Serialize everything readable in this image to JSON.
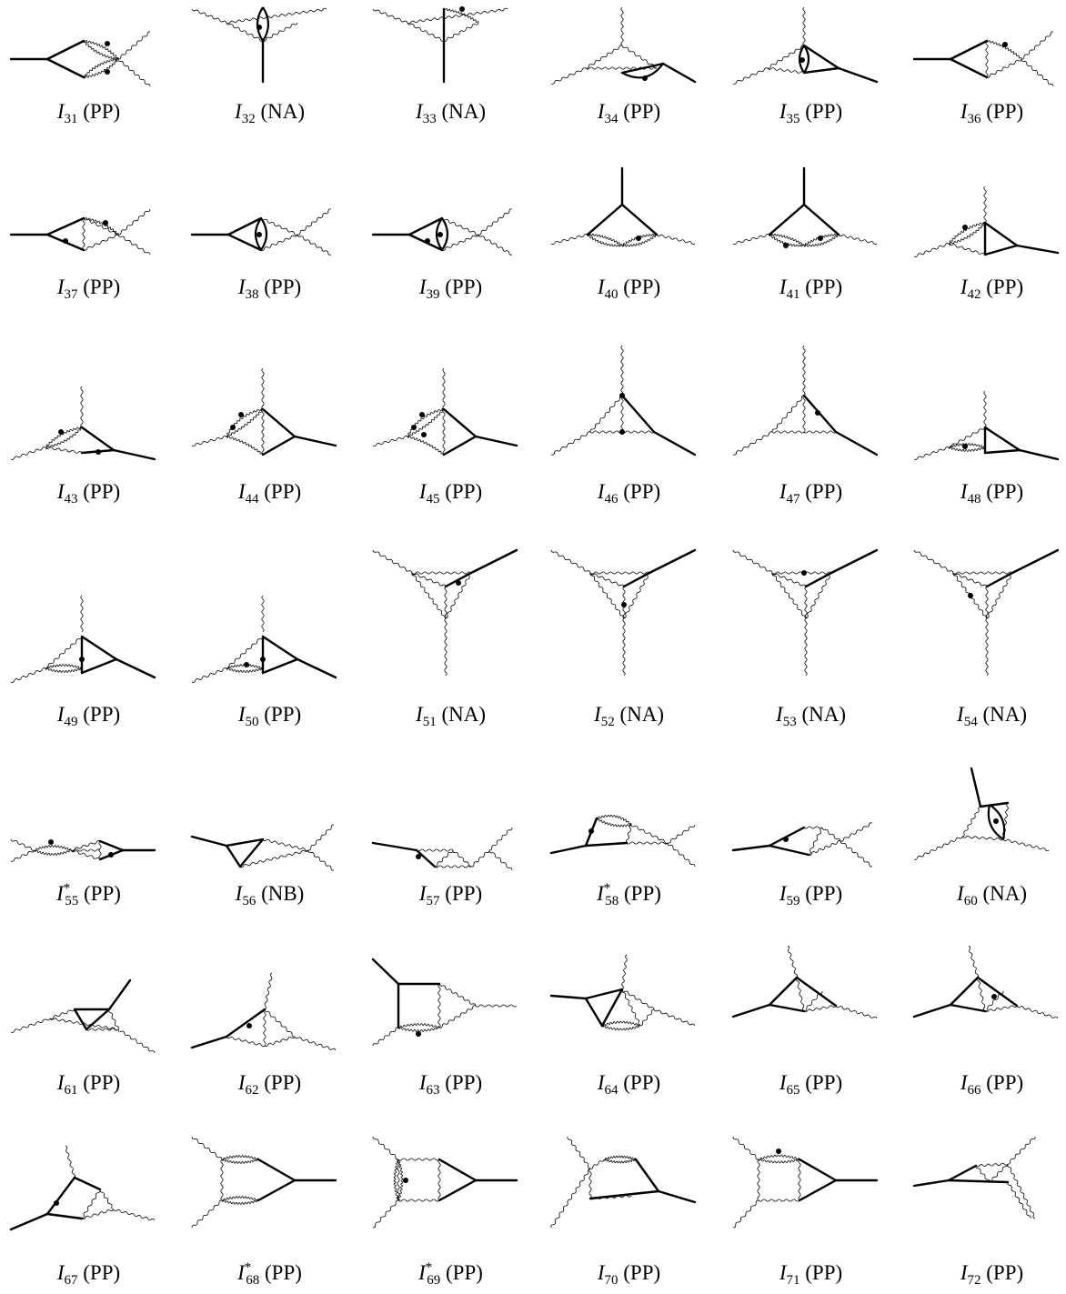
{
  "figures": [
    {
      "symbol": "I",
      "index": "31",
      "star": "",
      "tag": "(PP)"
    },
    {
      "symbol": "I",
      "index": "32",
      "star": "",
      "tag": "(NA)"
    },
    {
      "symbol": "I",
      "index": "33",
      "star": "",
      "tag": "(NA)"
    },
    {
      "symbol": "I",
      "index": "34",
      "star": "",
      "tag": "(PP)"
    },
    {
      "symbol": "I",
      "index": "35",
      "star": "",
      "tag": "(PP)"
    },
    {
      "symbol": "I",
      "index": "36",
      "star": "",
      "tag": "(PP)"
    },
    {
      "symbol": "I",
      "index": "37",
      "star": "",
      "tag": "(PP)"
    },
    {
      "symbol": "I",
      "index": "38",
      "star": "",
      "tag": "(PP)"
    },
    {
      "symbol": "I",
      "index": "39",
      "star": "",
      "tag": "(PP)"
    },
    {
      "symbol": "I",
      "index": "40",
      "star": "",
      "tag": "(PP)"
    },
    {
      "symbol": "I",
      "index": "41",
      "star": "",
      "tag": "(PP)"
    },
    {
      "symbol": "I",
      "index": "42",
      "star": "",
      "tag": "(PP)"
    },
    {
      "symbol": "I",
      "index": "43",
      "star": "",
      "tag": "(PP)"
    },
    {
      "symbol": "I",
      "index": "44",
      "star": "",
      "tag": "(PP)"
    },
    {
      "symbol": "I",
      "index": "45",
      "star": "",
      "tag": "(PP)"
    },
    {
      "symbol": "I",
      "index": "46",
      "star": "",
      "tag": "(PP)"
    },
    {
      "symbol": "I",
      "index": "47",
      "star": "",
      "tag": "(PP)"
    },
    {
      "symbol": "I",
      "index": "48",
      "star": "",
      "tag": "(PP)"
    },
    {
      "symbol": "I",
      "index": "49",
      "star": "",
      "tag": "(PP)"
    },
    {
      "symbol": "I",
      "index": "50",
      "star": "",
      "tag": "(PP)"
    },
    {
      "symbol": "I",
      "index": "51",
      "star": "",
      "tag": "(NA)"
    },
    {
      "symbol": "I",
      "index": "52",
      "star": "",
      "tag": "(NA)"
    },
    {
      "symbol": "I",
      "index": "53",
      "star": "",
      "tag": "(NA)"
    },
    {
      "symbol": "I",
      "index": "54",
      "star": "",
      "tag": "(NA)"
    },
    {
      "symbol": "I",
      "index": "55",
      "star": "*",
      "tag": "(PP)"
    },
    {
      "symbol": "I",
      "index": "56",
      "star": "",
      "tag": "(NB)"
    },
    {
      "symbol": "I",
      "index": "57",
      "star": "",
      "tag": "(PP)"
    },
    {
      "symbol": "I",
      "index": "58",
      "star": "*",
      "tag": "(PP)"
    },
    {
      "symbol": "I",
      "index": "59",
      "star": "",
      "tag": "(PP)"
    },
    {
      "symbol": "I",
      "index": "60",
      "star": "",
      "tag": "(NA)"
    },
    {
      "symbol": "I",
      "index": "61",
      "star": "",
      "tag": "(PP)"
    },
    {
      "symbol": "I",
      "index": "62",
      "star": "",
      "tag": "(PP)"
    },
    {
      "symbol": "I",
      "index": "63",
      "star": "",
      "tag": "(PP)"
    },
    {
      "symbol": "I",
      "index": "64",
      "star": "",
      "tag": "(PP)"
    },
    {
      "symbol": "I",
      "index": "65",
      "star": "",
      "tag": "(PP)"
    },
    {
      "symbol": "I",
      "index": "66",
      "star": "",
      "tag": "(PP)"
    },
    {
      "symbol": "I",
      "index": "67",
      "star": "",
      "tag": "(PP)"
    },
    {
      "symbol": "I",
      "index": "68",
      "star": "*",
      "tag": "(PP)"
    },
    {
      "symbol": "I",
      "index": "69",
      "star": "*",
      "tag": "(PP)"
    },
    {
      "symbol": "I",
      "index": "70",
      "star": "",
      "tag": "(PP)"
    },
    {
      "symbol": "I",
      "index": "71",
      "star": "",
      "tag": "(PP)"
    },
    {
      "symbol": "I",
      "index": "72",
      "star": "",
      "tag": "(PP)"
    }
  ],
  "style": {
    "line_color": "#000000",
    "background": "#ffffff"
  }
}
